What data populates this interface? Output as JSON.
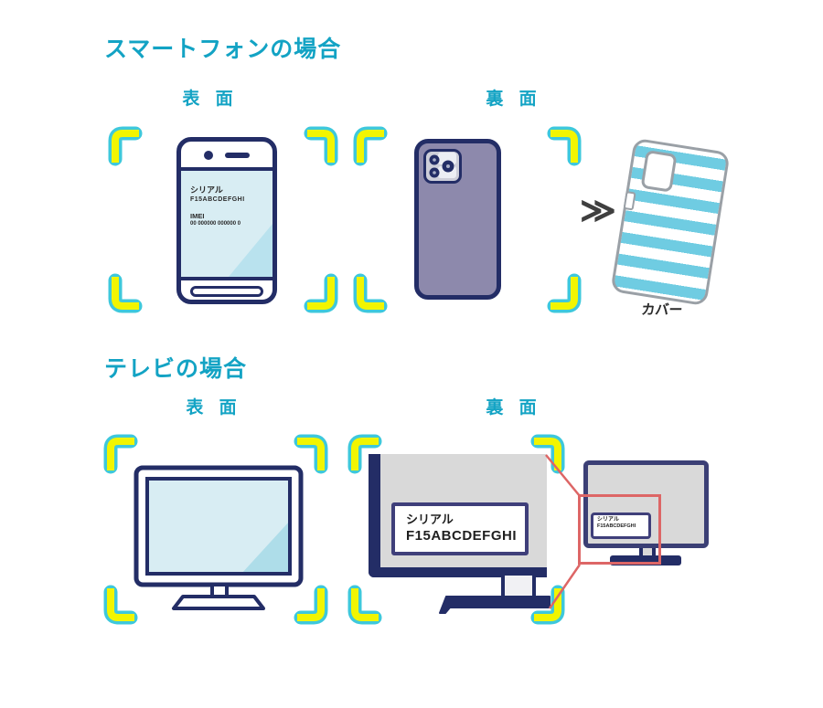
{
  "smartphone": {
    "title": "スマートフォンの場合",
    "front_label": "表 面",
    "back_label": "裏 面",
    "screen": {
      "serial_label": "シリアル",
      "serial_value": "F15ABCDEFGHI",
      "imei_label": "IMEI",
      "imei_value": "00 000000 000000 0"
    },
    "arrow_glyph": "≫",
    "cover_caption": "カバー"
  },
  "tv": {
    "title": "テレビの場合",
    "front_label": "表 面",
    "back_label": "裏 面",
    "panel_label": {
      "serial_label": "シリアル",
      "serial_value": "F15ABCDEFGHI"
    },
    "inset_label": {
      "serial_label": "シリアル",
      "serial_value": "F15ABCDEFGHI"
    }
  },
  "colors": {
    "accent_teal": "#13a3c4",
    "bracket_yellow": "#f2f500",
    "bracket_outline_teal": "#3ec8dc",
    "outline_navy": "#232d66",
    "highlight_red": "#dd6666",
    "cover_stripe_blue": "#6fcce2",
    "screen_blue": "#d8edf3",
    "phone_back_purple": "#8d89ac"
  }
}
